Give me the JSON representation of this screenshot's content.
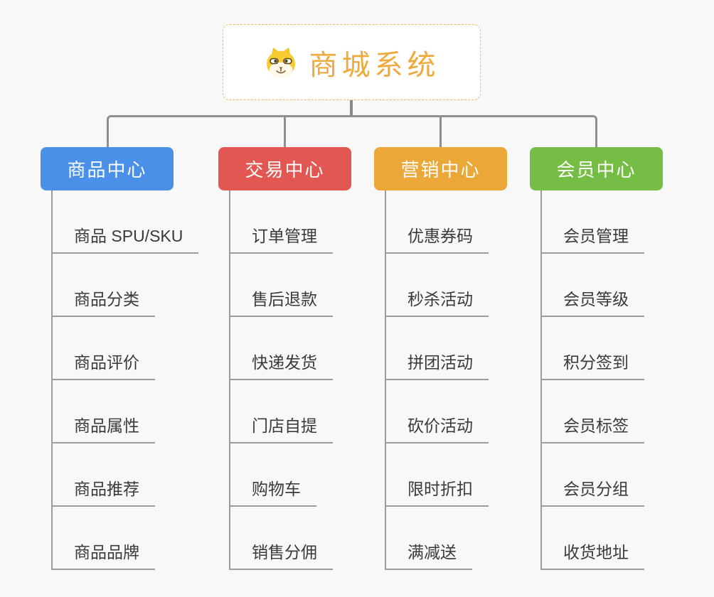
{
  "root": {
    "title": "商城系统",
    "icon": "doge-icon"
  },
  "colors": {
    "background": "#f8f8f8",
    "root_border": "#f0b95e",
    "root_title": "#efa93c",
    "connector": "#8f8f8f",
    "leaf_line": "#9c9c9c",
    "leaf_text": "#3a3a3a",
    "header_text": "#ffffff"
  },
  "branches": [
    {
      "label": "商品中心",
      "color": "#4a90e8",
      "items": [
        "商品 SPU/SKU",
        "商品分类",
        "商品评价",
        "商品属性",
        "商品推荐",
        "商品品牌"
      ]
    },
    {
      "label": "交易中心",
      "color": "#e25752",
      "items": [
        "订单管理",
        "售后退款",
        "快递发货",
        "门店自提",
        "购物车",
        "销售分佣"
      ]
    },
    {
      "label": "营销中心",
      "color": "#eba738",
      "items": [
        "优惠券码",
        "秒杀活动",
        "拼团活动",
        "砍价活动",
        "限时折扣",
        "满减送"
      ]
    },
    {
      "label": "会员中心",
      "color": "#76bd46",
      "items": [
        "会员管理",
        "会员等级",
        "积分签到",
        "会员标签",
        "会员分组",
        "收货地址"
      ]
    }
  ]
}
